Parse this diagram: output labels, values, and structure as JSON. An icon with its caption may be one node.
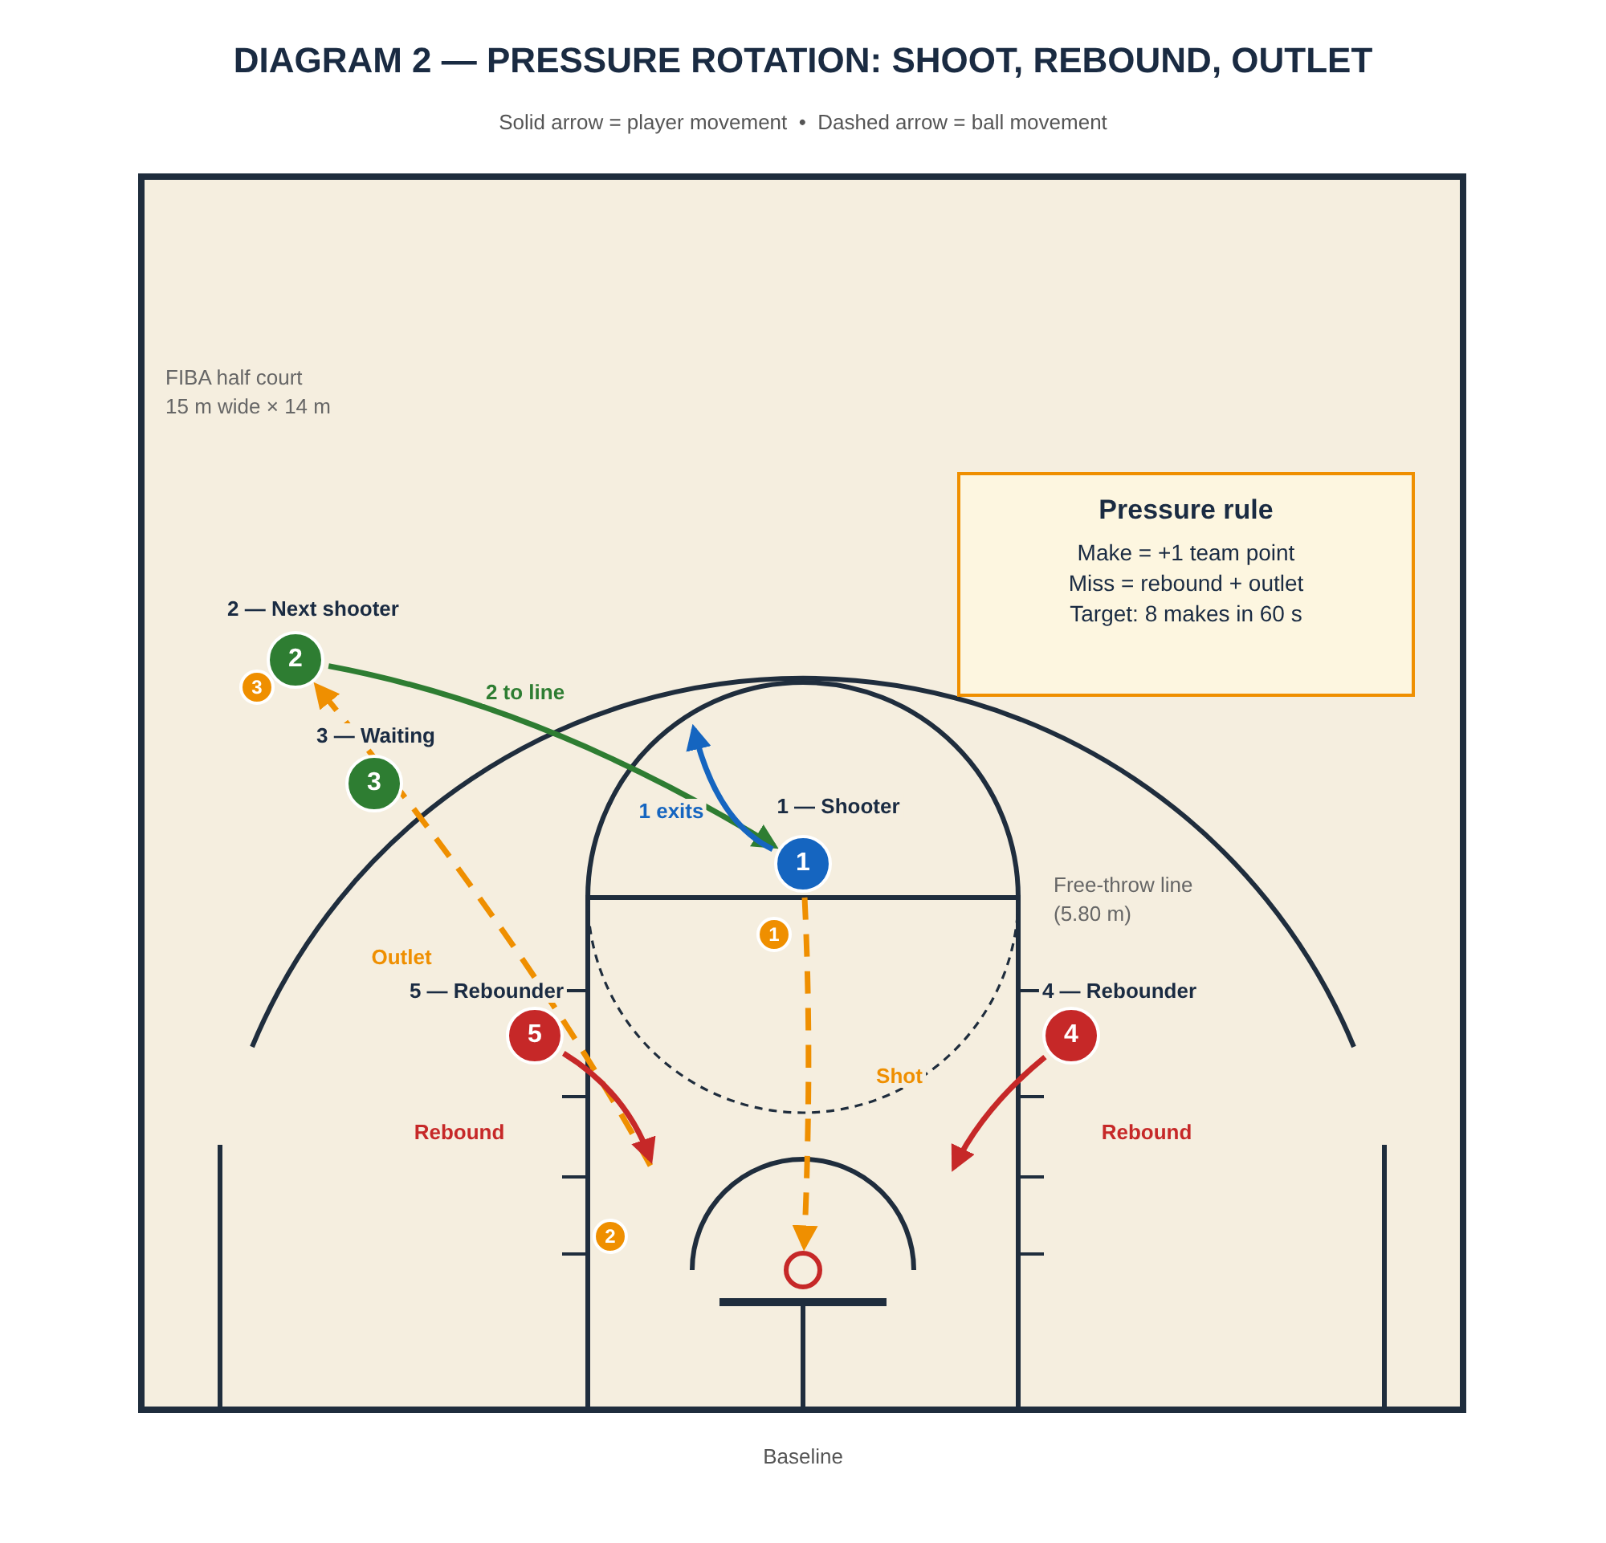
{
  "diagram": {
    "title": "DIAGRAM 2 — PRESSURE ROTATION: SHOOT, REBOUND, OUTLET",
    "nodes": [
      {
        "text": [
          "Pressure rule",
          "Make = +1 team point",
          "Miss = rebound + outlet",
          "Target: 8 makes in 60 s"
        ]
      },
      {
        "text": [
          "3"
        ]
      },
      {
        "text": [
          "2"
        ],
        "beside": [
          "2 — Next shooter"
        ]
      },
      {
        "text": [
          "3"
        ],
        "beside": [
          "3 — Waiting"
        ]
      },
      {
        "text": [
          "1"
        ],
        "beside": [
          "1 — Shooter"
        ]
      },
      {
        "text": [
          "1"
        ]
      },
      {
        "text": [
          "5"
        ],
        "beside": [
          "5 — Rebounder"
        ]
      },
      {
        "text": [
          "4"
        ],
        "beside": [
          "4 — Rebounder"
        ]
      },
      {
        "text": [
          "2"
        ]
      },
      {
        "text": [],
        "shape": "circle"
      }
    ],
    "edges": [
      {
        "from": 2,
        "to": 4,
        "arrow": "to",
        "label": "2 to line",
        "color": "#2e7d32"
      },
      {
        "from": 4,
        "to": null,
        "arrow": "to",
        "label": "1 exits",
        "color": "#1565c0"
      },
      {
        "from": 4,
        "to": 9,
        "arrow": "to",
        "label": "Shot",
        "style": "dashed",
        "color": "#ef8f00"
      },
      {
        "from": null,
        "to": 2,
        "arrow": "to",
        "label": "Outlet",
        "style": "dashed",
        "color": "#ef8f00"
      },
      {
        "from": 6,
        "to": null,
        "arrow": "to",
        "label": "Rebound",
        "color": "#c62828"
      },
      {
        "from": 7,
        "to": null,
        "arrow": "to",
        "label": "Rebound",
        "color": "#c62828"
      }
    ],
    "labels": [
      "Solid arrow = player movement  •  Dashed arrow = ball movement",
      "FIBA half court",
      "15 m wide × 14 m",
      "Free-throw line",
      "(5.80 m)",
      "Baseline"
    ]
  }
}
